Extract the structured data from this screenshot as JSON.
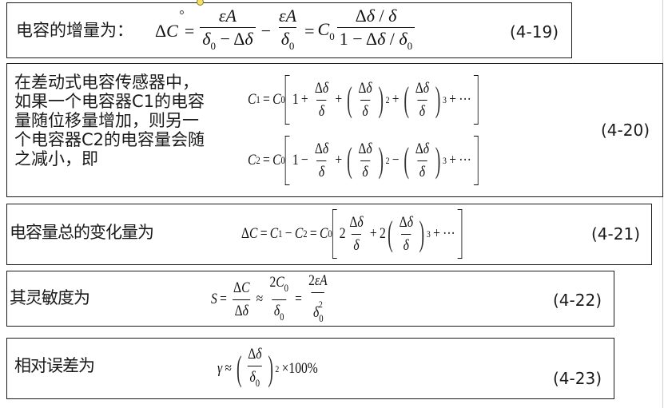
{
  "equations": [
    {
      "id": "4-19",
      "label": "电容的增量为：",
      "number": "(4-19)",
      "latex": "\\Delta C = \\frac{\\varepsilon A}{\\delta_0 - \\Delta\\delta} - \\frac{\\varepsilon A}{\\delta_0} = C_0 \\frac{\\Delta\\delta/\\delta}{1-\\Delta\\delta/\\delta_0}",
      "parts": {
        "lhs": "ΔC",
        "frac1_num": "εA",
        "frac1_den": "δ0 − Δδ",
        "frac2_num": "εA",
        "frac2_den": "δ0",
        "coef": "C0",
        "frac3_num": "Δδ / δ",
        "frac3_den": "1 − Δδ / δ0"
      }
    },
    {
      "id": "4-20",
      "label_lines": [
        "在差动式电容传感器中，",
        "如果一个电容器C1的电容",
        "量随位移量增加，则另一",
        "个电容器C2的电容量会随",
        "之减小，即"
      ],
      "number": "(4-20)",
      "latex_c1": "C_1 = C_0\\left[1+\\frac{\\Delta\\delta}{\\delta}+\\left(\\frac{\\Delta\\delta}{\\delta}\\right)^2+\\left(\\frac{\\Delta\\delta}{\\delta}\\right)^3+\\cdots\\right]",
      "latex_c2": "C_2 = C_0\\left[1-\\frac{\\Delta\\delta}{\\delta}+\\left(\\frac{\\Delta\\delta}{\\delta}\\right)^2-\\left(\\frac{\\Delta\\delta}{\\delta}\\right)^3+\\cdots\\right]"
    },
    {
      "id": "4-21",
      "label": "电容量总的变化量为",
      "number": "(4-21)",
      "latex": "\\Delta C = C_1 - C_2 = C_0\\left[2\\frac{\\Delta\\delta}{\\delta}+2\\left(\\frac{\\Delta\\delta}{\\delta}\\right)^3+\\cdots\\right]"
    },
    {
      "id": "4-22",
      "label": "其灵敏度为",
      "number": "(4-22)",
      "latex": "S = \\frac{\\Delta C}{\\Delta\\delta} \\approx \\frac{2C_0}{\\delta_0} = \\frac{2\\varepsilon A}{\\delta_0^2}"
    },
    {
      "id": "4-23",
      "label": "相对误差为",
      "number": "(4-23)",
      "latex": "\\gamma \\approx \\left(\\frac{\\Delta\\delta}{\\delta_0}\\right)^2 \\times 100\\%"
    }
  ],
  "glyphs": {
    "delta_cap": "Δ",
    "delta": "δ",
    "epsilon": "ε",
    "gamma": "γ",
    "approx": "≈",
    "times100": "×100%",
    "ellipsis": "···",
    "zero": "0",
    "one": "1",
    "two": "2",
    "three": "3"
  }
}
